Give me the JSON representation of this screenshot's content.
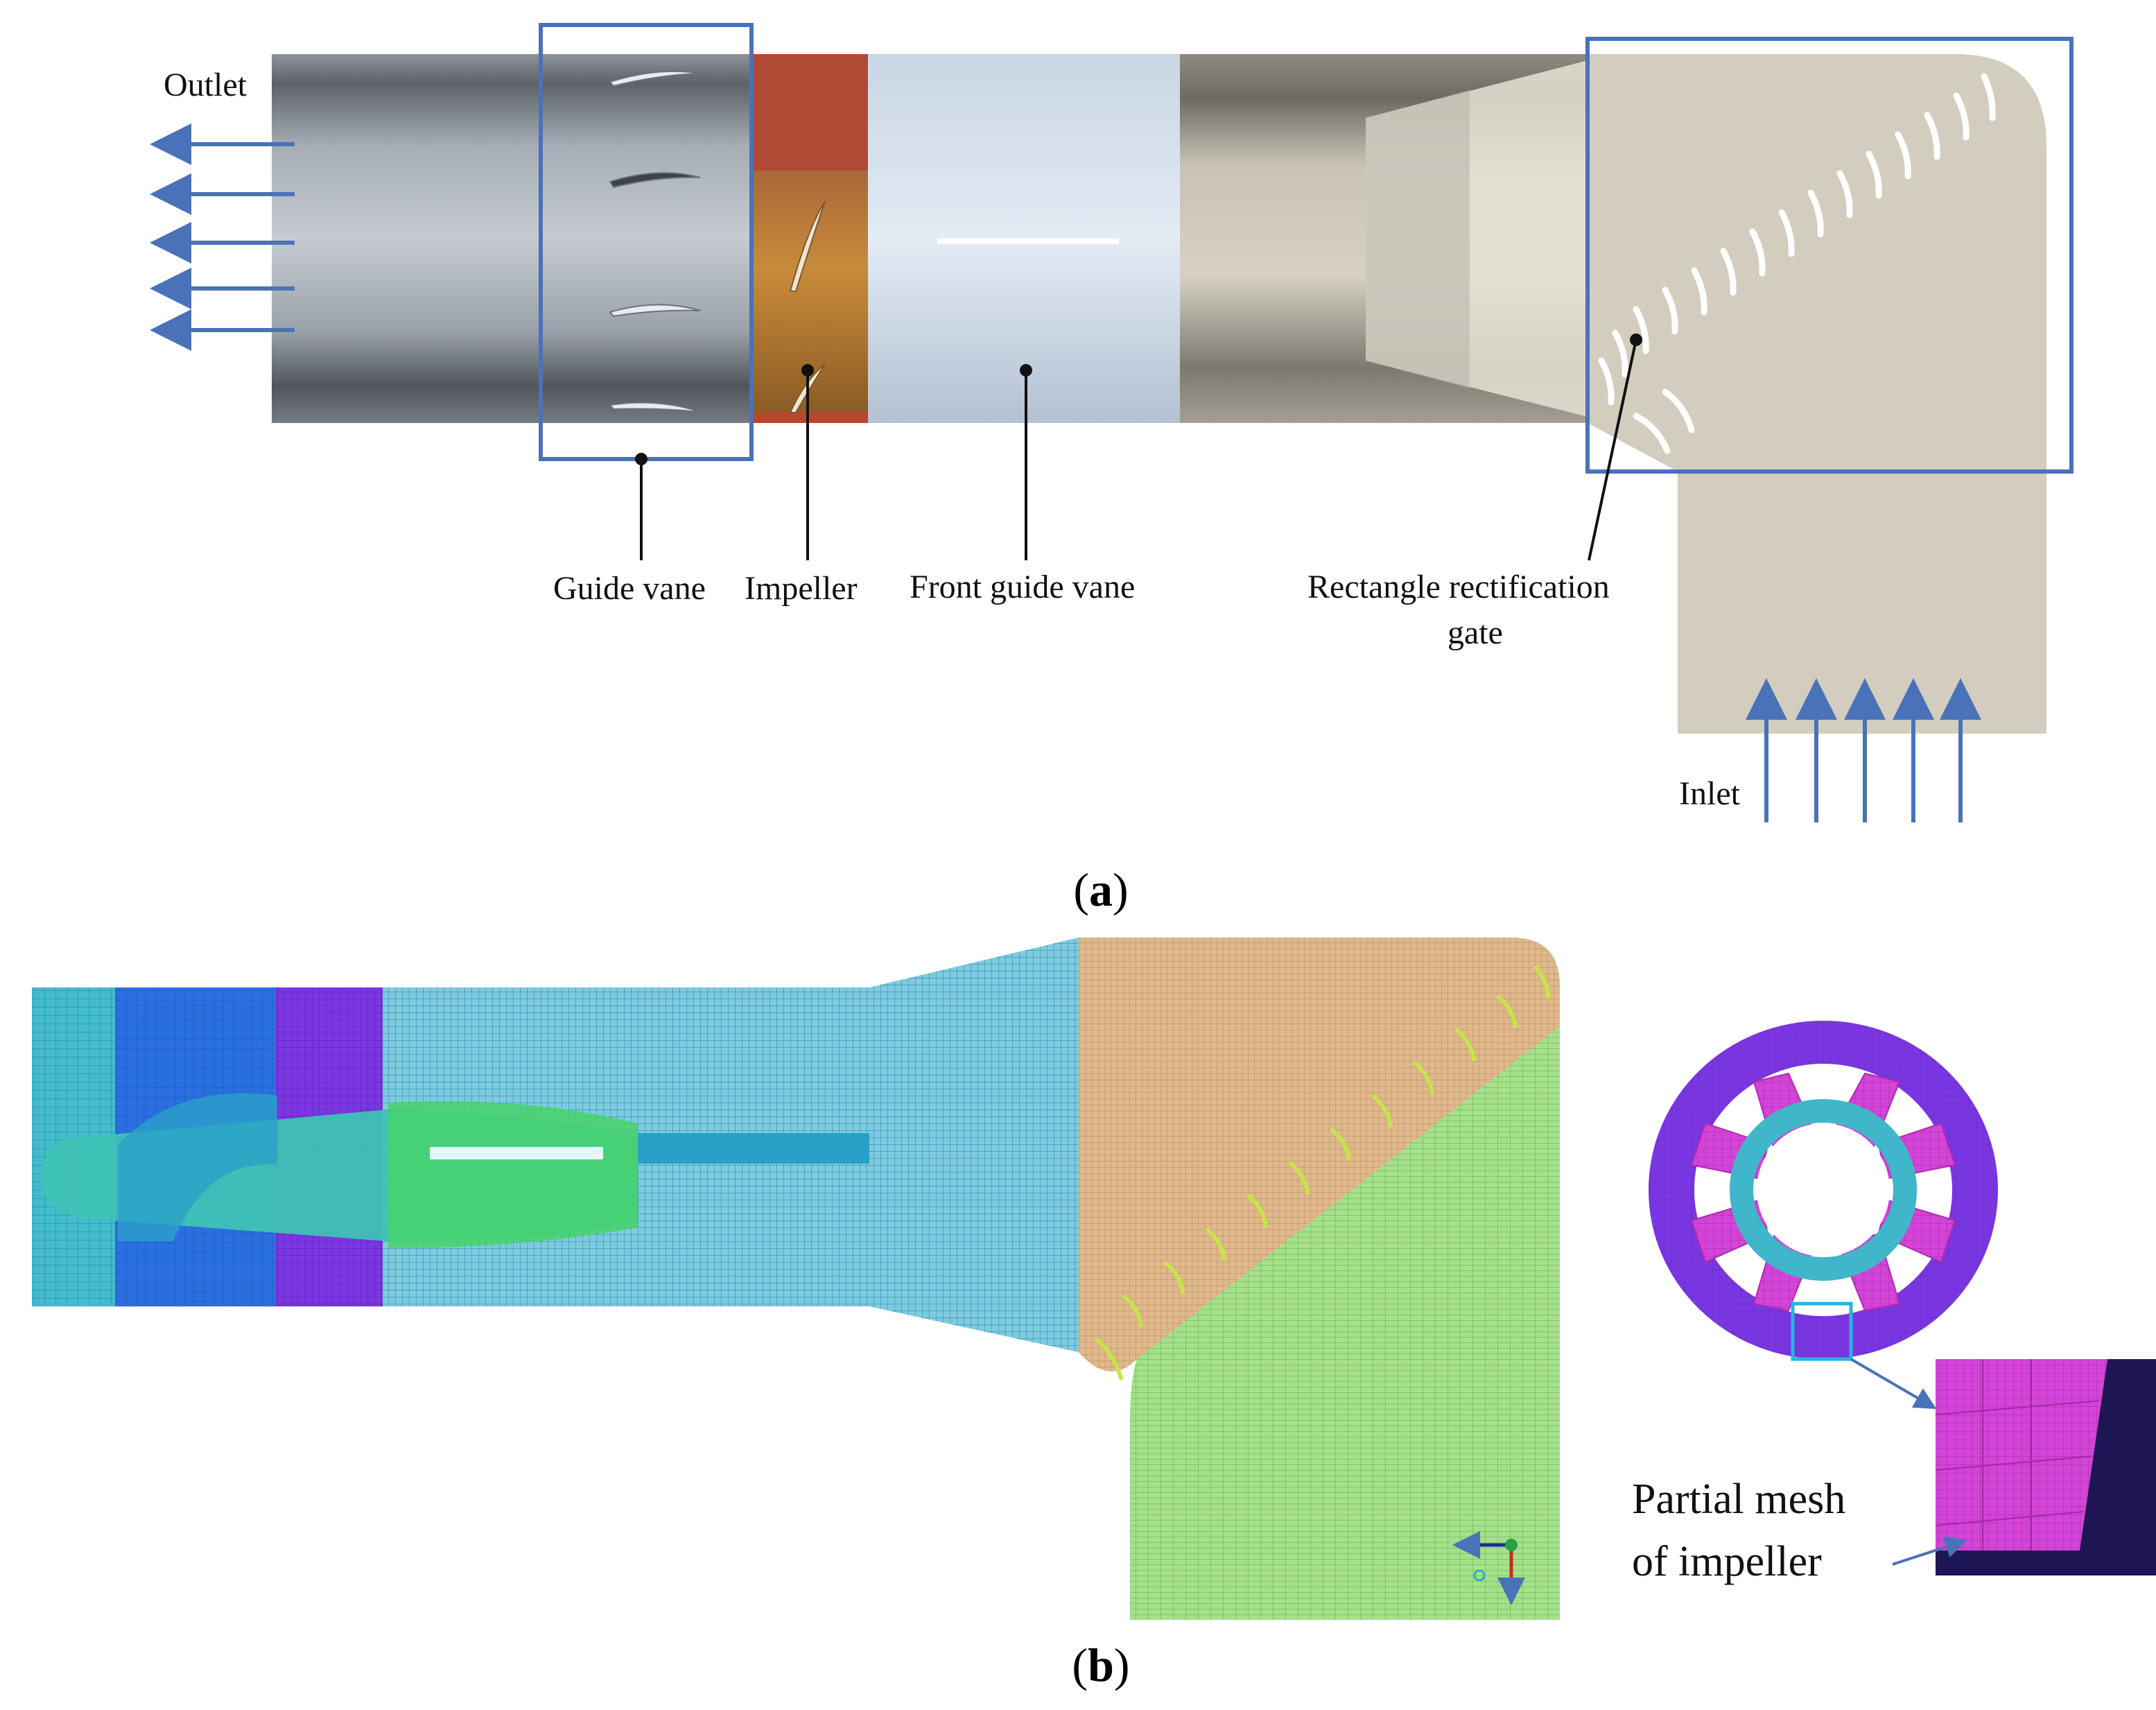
{
  "figure": {
    "panel_a": {
      "caption_open": "(",
      "caption_letter": "a",
      "caption_close": ")",
      "labels": {
        "outlet": "Outlet",
        "inlet": "Inlet",
        "guide_vane": "Guide vane",
        "impeller": "Impeller",
        "front_guide_vane": "Front guide vane",
        "rect_gate_line1": "Rectangle rectification",
        "rect_gate_line2": "gate"
      }
    },
    "panel_b": {
      "caption_open": "(",
      "caption_letter": "b",
      "caption_close": ")",
      "labels": {
        "partial_mesh_line1": "Partial mesh",
        "partial_mesh_line2": "of impeller"
      }
    }
  },
  "colors": {
    "callout_box": "#4a72b8",
    "flow_arrow": "#4a72b8",
    "mesh_cyan": "#3fb6c9",
    "mesh_blue": "#2a6fe0",
    "mesh_purple": "#7a36e0",
    "mesh_orange": "#d8a878",
    "mesh_green": "#8edc6c",
    "impeller_magenta": "#d444d8"
  }
}
